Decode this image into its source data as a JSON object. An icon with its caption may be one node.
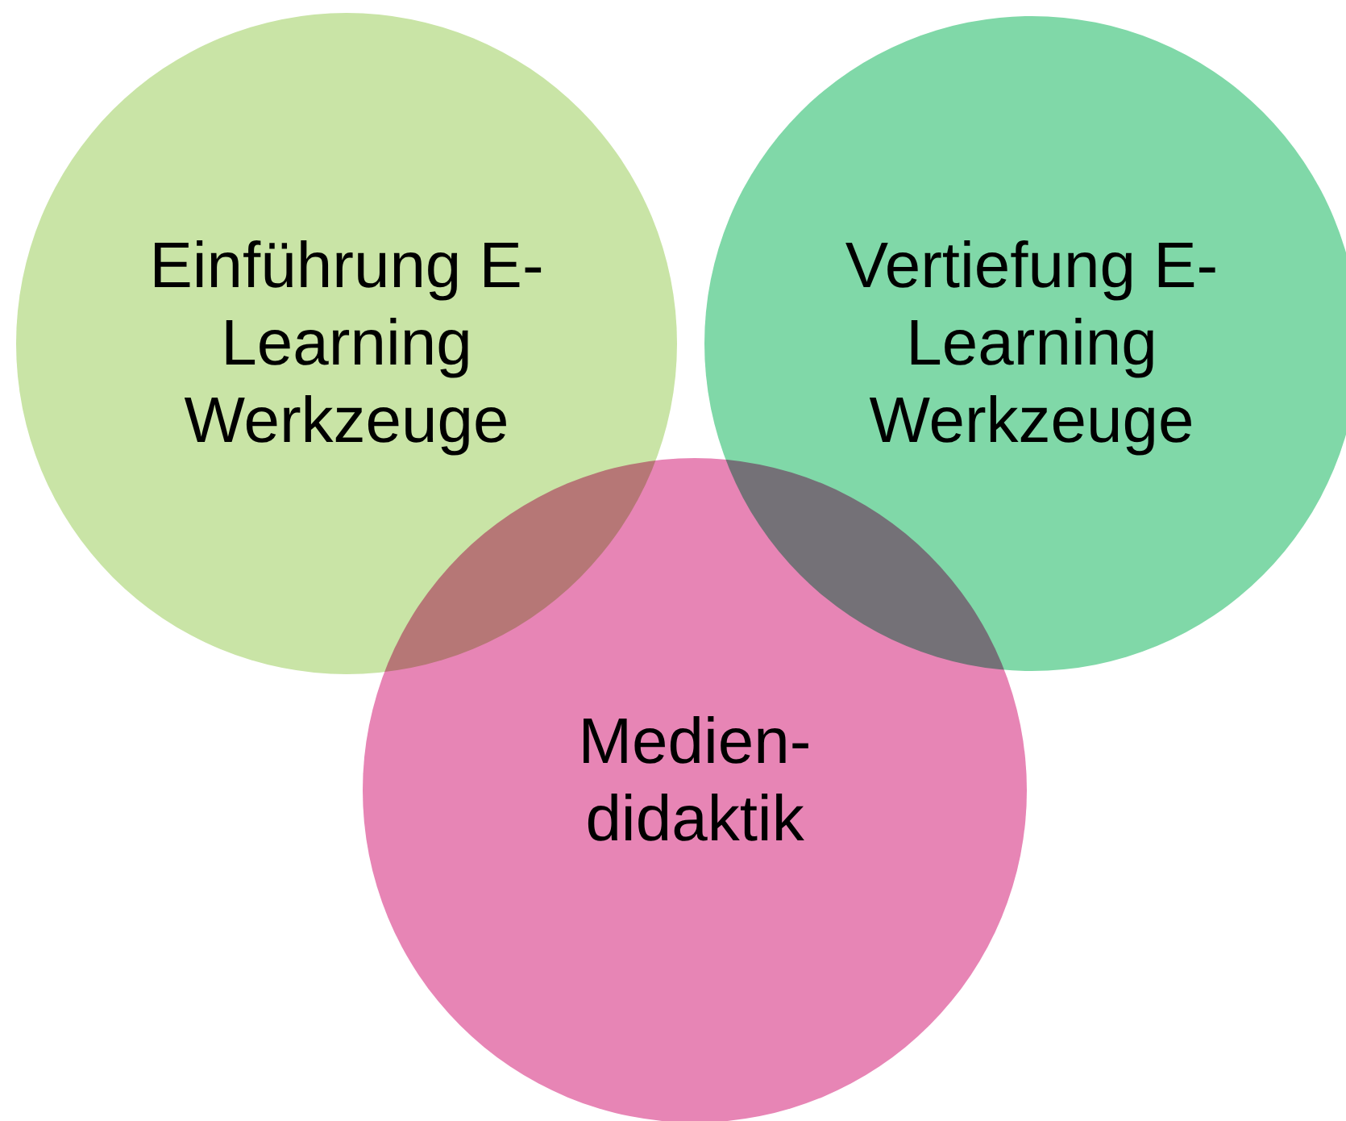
{
  "diagram": {
    "nodes": [
      {
        "text": [
          "Einführung E-Learning Werkzeuge"
        ]
      },
      {
        "text": [
          "Vertiefung E-Learning Werkzeuge"
        ]
      },
      {
        "text": [
          "Medien- didaktik"
        ]
      }
    ]
  }
}
